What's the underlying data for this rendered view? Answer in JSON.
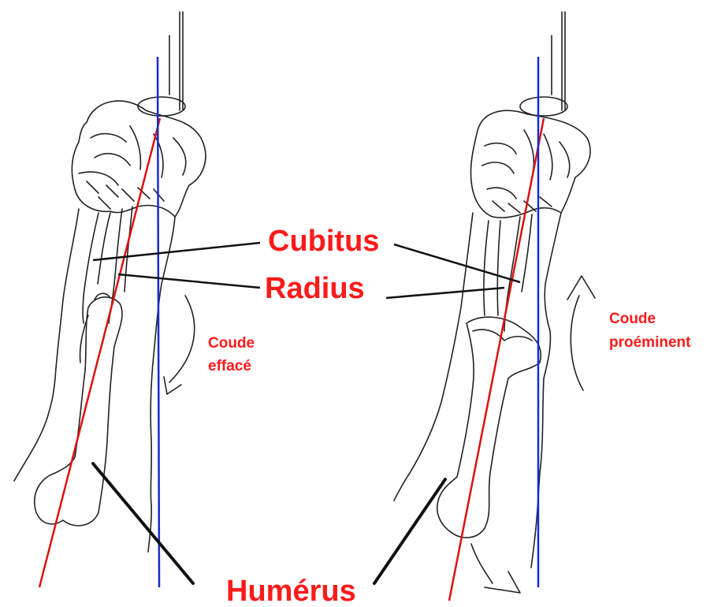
{
  "labels": {
    "cubitus": "Cubitus",
    "radius": "Radius",
    "humerus": "Humérus",
    "left_caption_line1": "Coude",
    "left_caption_line2": "effacé",
    "right_caption_line1": "Coude",
    "right_caption_line2": "proéminent"
  },
  "colors": {
    "label_red": "#ff1a1a",
    "humerus_axis": "#dd1111",
    "forearm_axis": "#1a2ad0",
    "ink": "#222222"
  }
}
